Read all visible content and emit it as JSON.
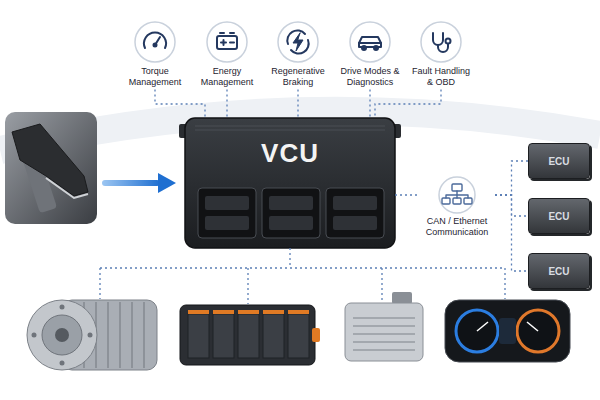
{
  "diagram": {
    "nodes": [
      {
        "text": [
          "Torque Management"
        ]
      },
      {
        "text": [
          "Energy Management"
        ]
      },
      {
        "text": [
          "Regenerative Braking"
        ]
      },
      {
        "text": [
          "Drive Modes & Diagnostics"
        ]
      },
      {
        "text": [
          "Fault Handling & OBD"
        ]
      },
      {
        "text": [
          "VCU"
        ]
      },
      {
        "text": [
          "CAN / Ethernet Communication"
        ]
      },
      {
        "text": [
          "ECU"
        ]
      },
      {
        "text": [
          "ECU"
        ]
      },
      {
        "text": [
          "ECU"
        ]
      }
    ],
    "edges": [
      {
        "from": 0,
        "to": 5,
        "arrow": "none"
      },
      {
        "from": 1,
        "to": 5,
        "arrow": "none"
      },
      {
        "from": 2,
        "to": 5,
        "arrow": "none"
      },
      {
        "from": 3,
        "to": 5,
        "arrow": "none"
      },
      {
        "from": 4,
        "to": 5,
        "arrow": "none"
      },
      {
        "from": 5,
        "to": 6,
        "arrow": "none"
      },
      {
        "from": 6,
        "to": 7,
        "arrow": "none"
      },
      {
        "from": 6,
        "to": 8,
        "arrow": "none"
      },
      {
        "from": 6,
        "to": 9,
        "arrow": "none"
      }
    ]
  }
}
